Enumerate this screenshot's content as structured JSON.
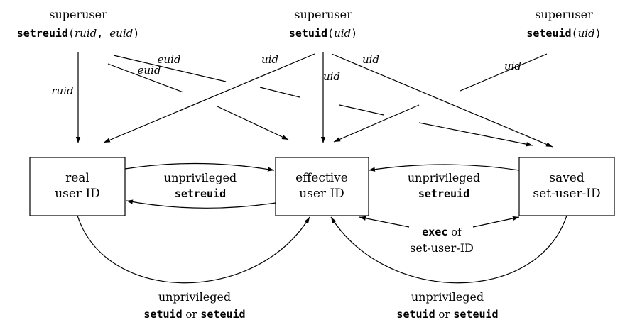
{
  "sources": {
    "setreuid": {
      "line1": "superuser",
      "fn": "setreuid",
      "lp": "(",
      "a1": "ruid",
      "comma": ", ",
      "a2": "euid",
      "rp": ")"
    },
    "setuid": {
      "line1": "superuser",
      "fn": "setuid",
      "lp": "(",
      "a1": "uid",
      "rp": ")"
    },
    "seteuid": {
      "line1": "superuser",
      "fn": "seteuid",
      "lp": "(",
      "a1": "uid",
      "rp": ")"
    }
  },
  "boxes": {
    "real": {
      "line1": "real",
      "line2": "user ID"
    },
    "effective": {
      "line1": "effective",
      "line2": "user ID"
    },
    "saved": {
      "line1": "saved",
      "line2": "set-user-ID"
    }
  },
  "arrow_labels": {
    "ruid": "ruid",
    "euid_upper": "euid",
    "euid_lower": "euid",
    "uid_setuid_left": "uid",
    "uid_setuid_mid": "uid",
    "uid_setuid_right": "uid",
    "uid_seteuid": "uid"
  },
  "middle_labels": {
    "left": {
      "line1": "unprivileged",
      "line2": "setreuid"
    },
    "right": {
      "line1": "unprivileged",
      "line2": "setreuid"
    },
    "exec": {
      "cmd": "exec",
      "of": " of",
      "line2": "set-user-ID"
    }
  },
  "bottom_labels": {
    "left": {
      "line1": "unprivileged",
      "fn1": "setuid",
      "or": " or ",
      "fn2": "seteuid"
    },
    "right": {
      "line1": "unprivileged",
      "fn1": "setuid",
      "or": " or ",
      "fn2": "seteuid"
    }
  }
}
